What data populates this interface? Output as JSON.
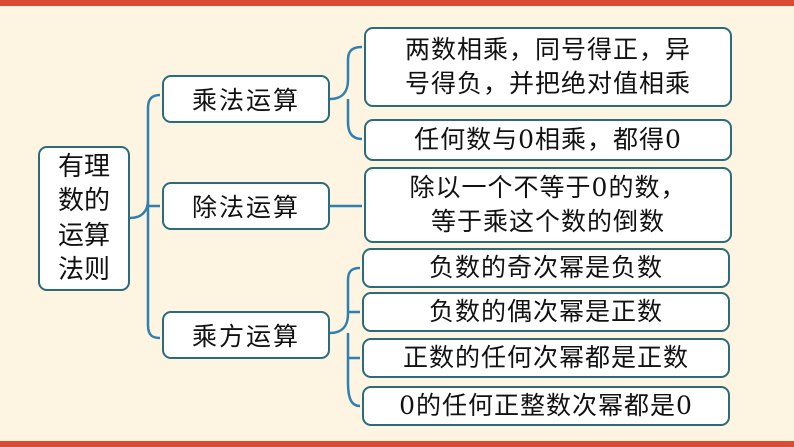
{
  "root": {
    "lines": [
      "有理",
      "数的",
      "运算",
      "法则"
    ]
  },
  "branches": [
    {
      "label": "乘法运算",
      "rules": [
        {
          "lines": [
            "两数相乘，同号得正，异",
            "号得负，并把绝对值相乘"
          ]
        },
        {
          "lines": [
            "任何数与0相乘，都得0"
          ]
        }
      ]
    },
    {
      "label": "除法运算",
      "rules": [
        {
          "lines": [
            "除以一个不等于0的数，",
            "等于乘这个数的倒数"
          ]
        }
      ]
    },
    {
      "label": "乘方运算",
      "rules": [
        {
          "lines": [
            "负数的奇次幂是负数"
          ]
        },
        {
          "lines": [
            "负数的偶次幂是正数"
          ]
        },
        {
          "lines": [
            "正数的任何次幂都是正数"
          ]
        },
        {
          "lines": [
            "0的任何正整数次幂都是0"
          ]
        }
      ]
    }
  ],
  "colors": {
    "border": "#2b6b7a",
    "connector": "#2f7fb0",
    "background": "#fdf5e1",
    "accent_stripe": "#d94b32"
  }
}
